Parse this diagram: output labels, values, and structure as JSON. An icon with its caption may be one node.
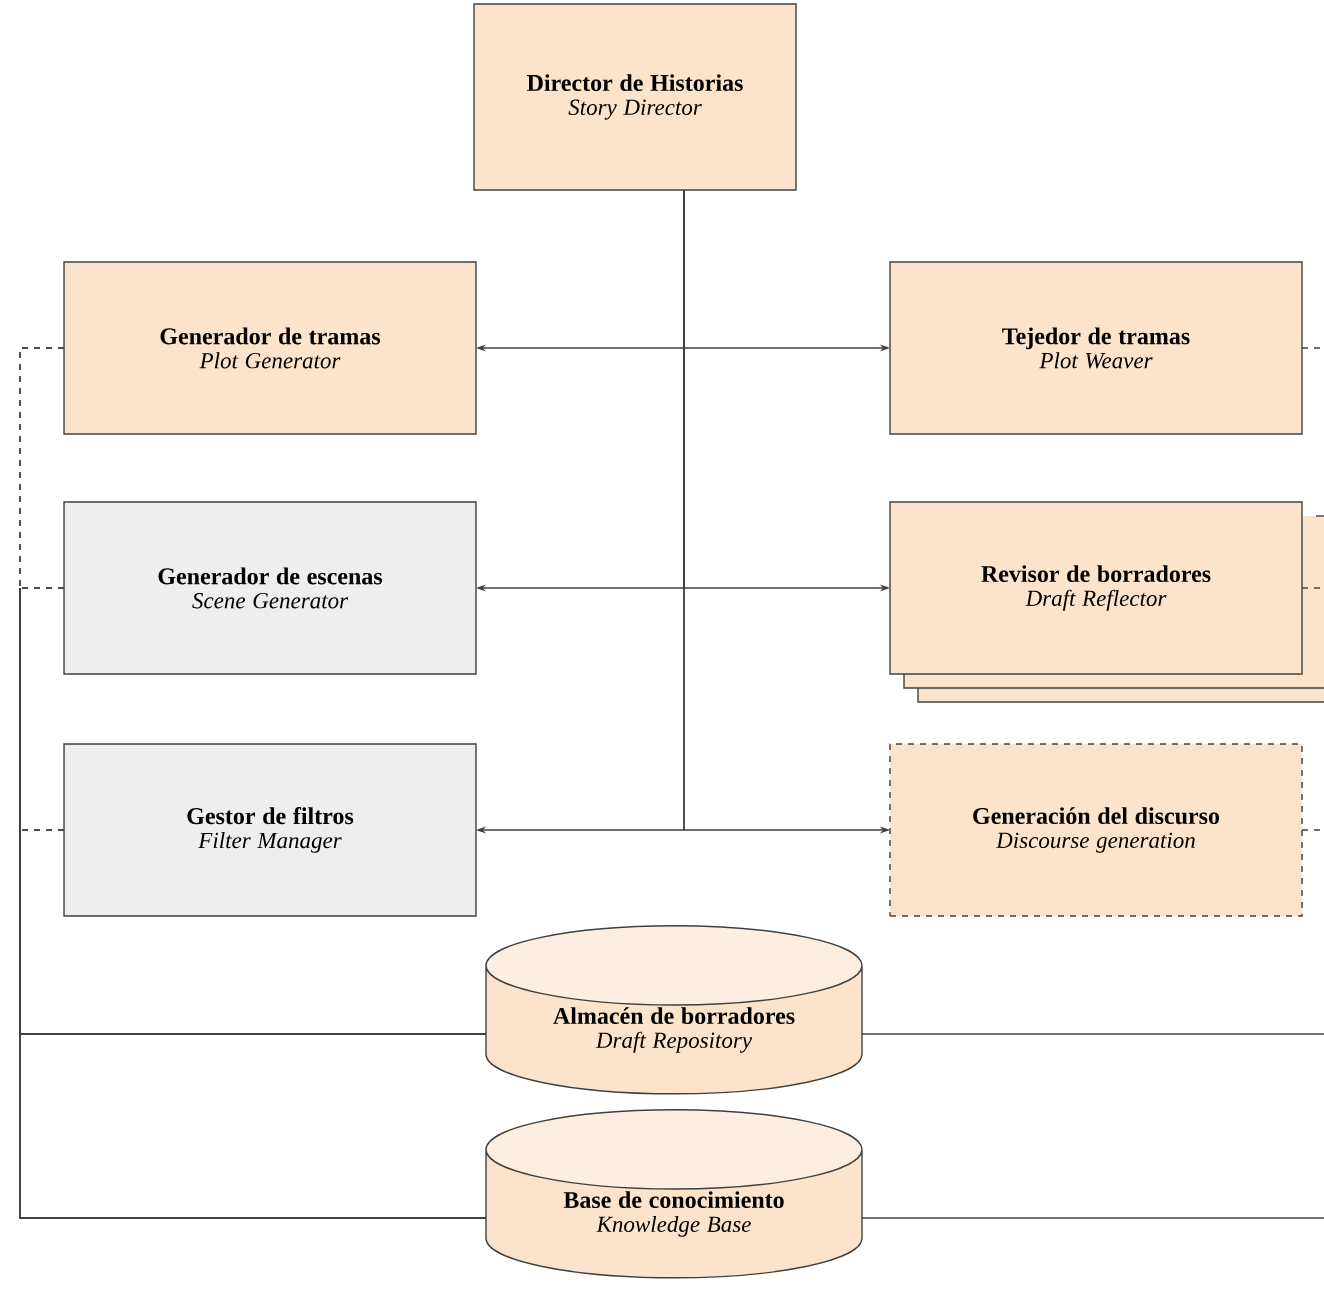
{
  "diagram": {
    "nodes": [
      {
        "text": [
          "Director de Historias",
          "Story Director"
        ]
      },
      {
        "text": [
          "Generador de tramas",
          "Plot Generator"
        ]
      },
      {
        "text": [
          "Tejedor de tramas",
          "Plot Weaver"
        ]
      },
      {
        "text": [
          "Generador de escenas",
          "Scene Generator"
        ]
      },
      {
        "text": [
          "Revisor de borradores",
          "Draft Reflector"
        ]
      },
      {
        "text": [
          "Gestor de filtros",
          "Filter Manager"
        ]
      },
      {
        "text": [
          "Generación del discurso",
          "Discourse generation"
        ]
      },
      {
        "text": [
          "Almacén de borradores",
          "Draft Repository"
        ]
      },
      {
        "text": [
          "Base de conocimiento",
          "Knowledge Base"
        ]
      }
    ],
    "edges": [
      {
        "from": 0,
        "to": 1,
        "arrow": "to"
      },
      {
        "from": 0,
        "to": 2,
        "arrow": "to"
      },
      {
        "from": 0,
        "to": 3,
        "arrow": "to"
      },
      {
        "from": 0,
        "to": 4,
        "arrow": "to"
      },
      {
        "from": 0,
        "to": 5,
        "arrow": "to"
      },
      {
        "from": 0,
        "to": 6,
        "arrow": "to"
      },
      {
        "from": 1,
        "to": 7,
        "arrow": "none"
      },
      {
        "from": 1,
        "to": 8,
        "arrow": "none"
      },
      {
        "from": 3,
        "to": 7,
        "arrow": "none"
      },
      {
        "from": 3,
        "to": 8,
        "arrow": "none"
      },
      {
        "from": 5,
        "to": 7,
        "arrow": "none"
      },
      {
        "from": 5,
        "to": 8,
        "arrow": "none"
      },
      {
        "from": 2,
        "to": null,
        "arrow": "none",
        "style": "dashed"
      },
      {
        "from": 4,
        "to": null,
        "arrow": "none",
        "style": "dashed"
      },
      {
        "from": 6,
        "to": null,
        "arrow": "none",
        "style": "dashed"
      },
      {
        "from": 7,
        "to": null,
        "arrow": "none"
      },
      {
        "from": 8,
        "to": null,
        "arrow": "none"
      }
    ]
  }
}
